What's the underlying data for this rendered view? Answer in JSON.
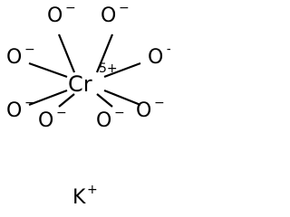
{
  "molecule": {
    "center": {
      "symbol": "Cr",
      "charge": "5+"
    },
    "oxygen": {
      "symbol": "O",
      "charge": "−"
    },
    "counter_ion": {
      "symbol": "K",
      "charge": "+"
    }
  }
}
